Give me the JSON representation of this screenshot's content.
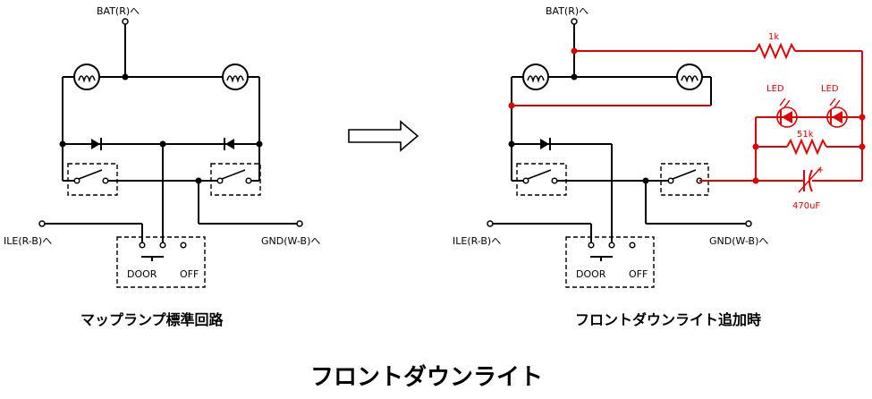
{
  "labels": {
    "bat": "BAT(R)へ",
    "ile": "ILE(R-B)へ",
    "gnd": "GND(W-B)へ",
    "door": "DOOR",
    "off": "OFF",
    "r1": "1k",
    "r2": "51k",
    "led": "LED",
    "cap": "470uF",
    "plus": "+"
  },
  "captions": {
    "left": "マップランプ標準回路",
    "right": "フロントダウンライト追加時"
  },
  "title": "フロントダウンライト",
  "colors": {
    "wire": "#000000",
    "added": "#e00000"
  }
}
